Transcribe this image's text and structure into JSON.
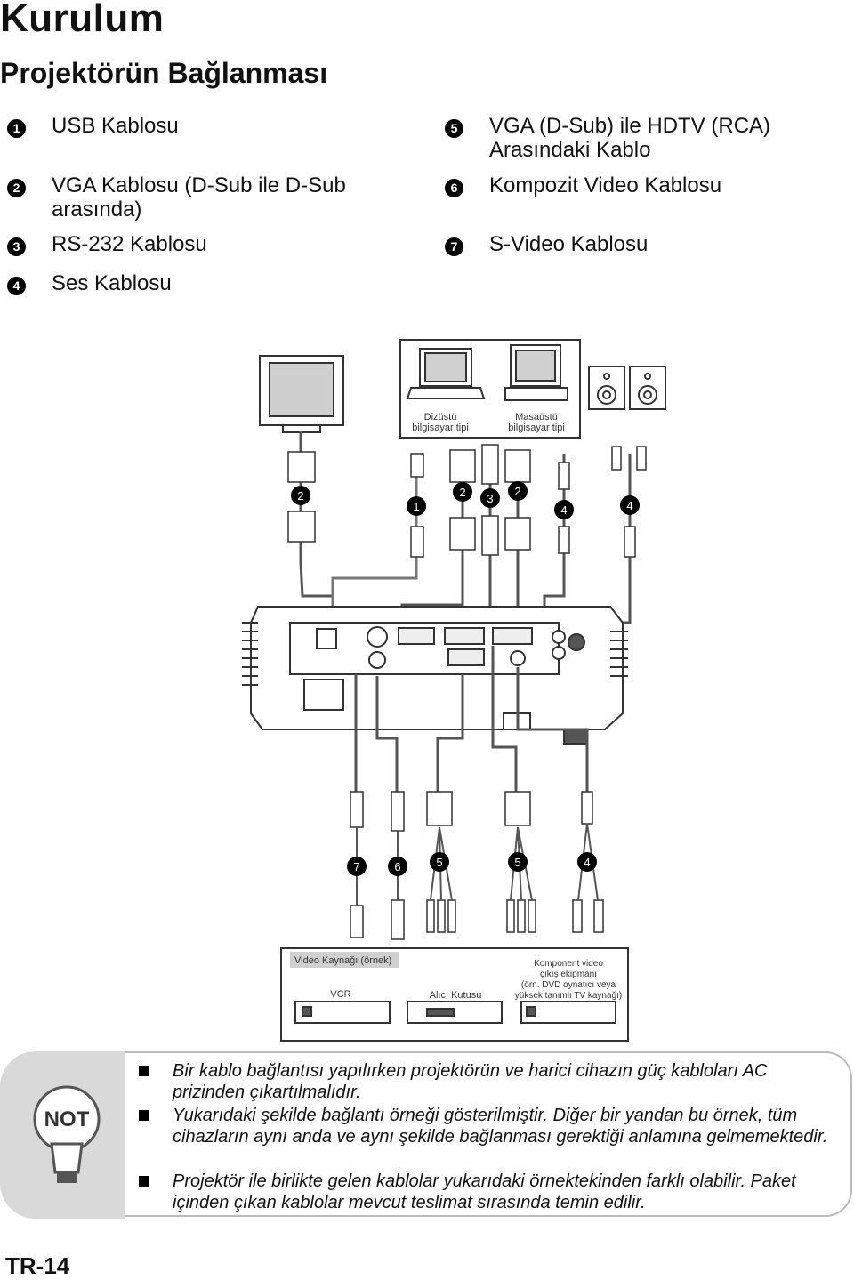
{
  "page": {
    "section_title": "Kurulum",
    "subtitle": "Projektörün Bağlanması",
    "page_number": "TR-14"
  },
  "legend": [
    {
      "num": "1",
      "text": "USB Kablosu"
    },
    {
      "num": "2",
      "text": "VGA Kablosu (D-Sub ile D-Sub arasında)"
    },
    {
      "num": "3",
      "text": "RS-232 Kablosu"
    },
    {
      "num": "4",
      "text": "Ses Kablosu"
    },
    {
      "num": "5",
      "text": "VGA (D-Sub) ile HDTV (RCA) Arasındaki Kablo"
    },
    {
      "num": "6",
      "text": "Kompozit Video Kablosu"
    },
    {
      "num": "7",
      "text": "S-Video Kablosu"
    }
  ],
  "diagram": {
    "laptop_label": "Dizüstü bilgisayar tipi",
    "desktop_label": "Masaüstü bilgisayar tipi",
    "video_source_label": "Video Kaynağı (örnek)",
    "vcr_label": "VCR",
    "receiver_label": "Alıcı Kutusu",
    "component_label": "Komponent video çıkış ekipmanı (örn. DVD oynatıcı veya yüksek tanımlı TV kaynağı)",
    "top_cable_numbers": [
      "2",
      "1",
      "2",
      "3",
      "2",
      "4",
      "4"
    ],
    "bottom_cable_numbers": [
      "7",
      "6",
      "5",
      "5",
      "4"
    ]
  },
  "note": {
    "icon_label": "NOT",
    "items": [
      "Bir kablo bağlantısı yapılırken projektörün ve harici cihazın güç kabloları AC prizinden çıkartılmalıdır.",
      "Yukarıdaki şekilde bağlantı örneği gösterilmiştir. Diğer bir yandan bu örnek, tüm cihazların aynı anda ve aynı şekilde bağlanması gerektiği anlamına gelmemektedir.",
      "Projektör ile birlikte gelen kablolar yukarıdaki örnektekinden farklı olabilir. Paket içinden çıkan kablolar mevcut teslimat sırasında temin edilir."
    ]
  }
}
